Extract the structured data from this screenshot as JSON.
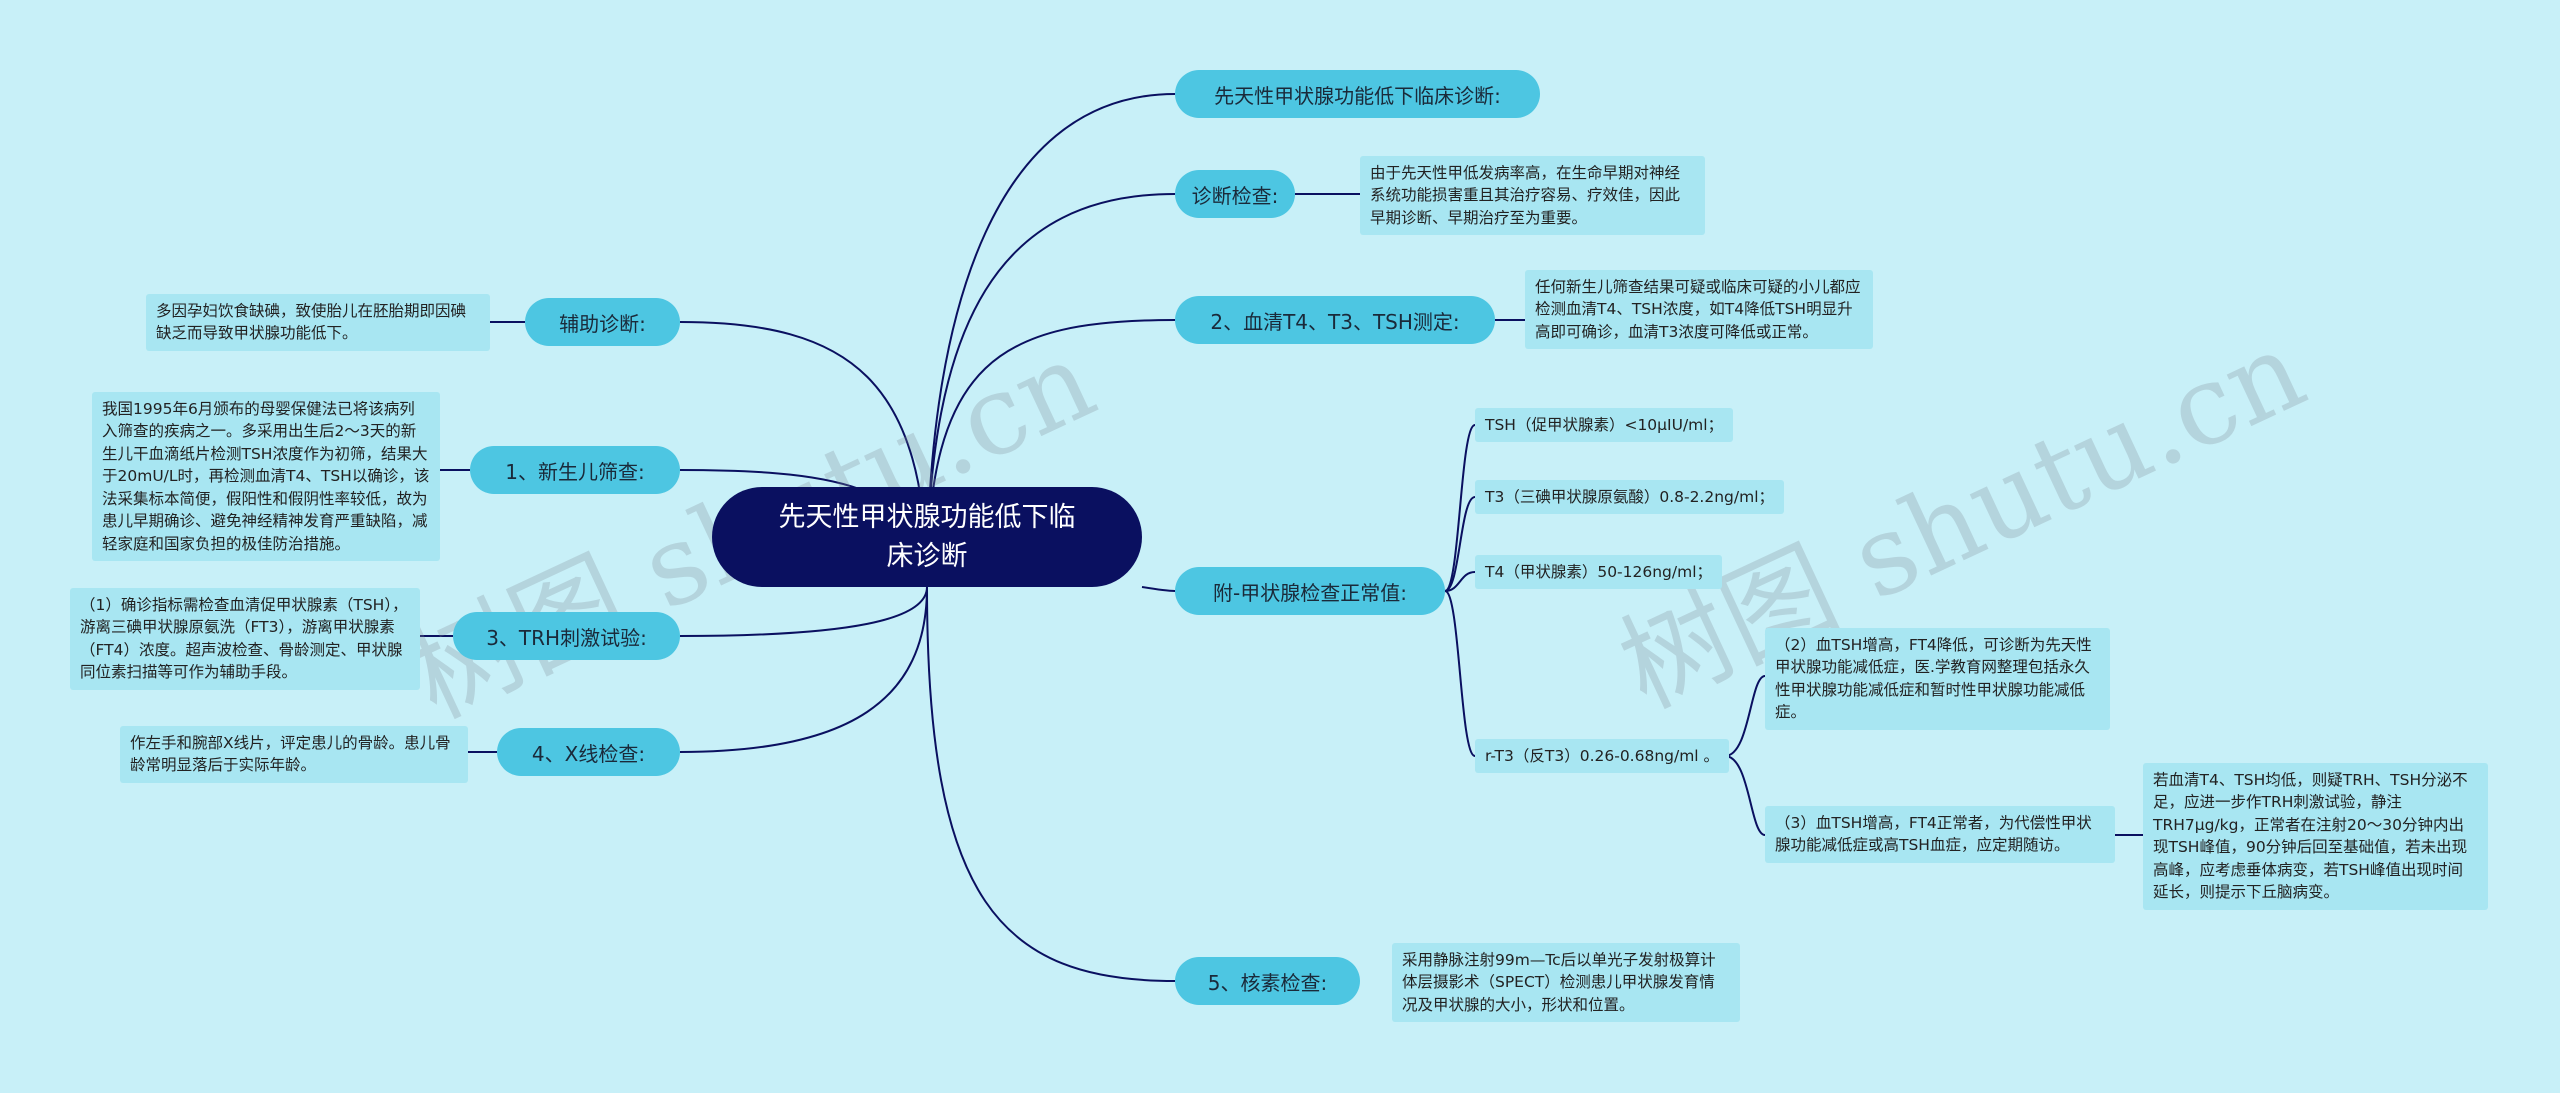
{
  "root": {
    "title": "先天性甲状腺功能低下临床诊断"
  },
  "right_branches": {
    "b1": {
      "label": "先天性甲状腺功能低下临床诊断:"
    },
    "b2": {
      "label": "诊断检查:",
      "note": "由于先天性甲低发病率高，在生命早期对神经系统功能损害重且其治疗容易、疗效佳，因此早期诊断、早期治疗至为重要。"
    },
    "b3": {
      "label": "2、血清T4、T3、TSH测定:",
      "note": "任何新生儿筛查结果可疑或临床可疑的小儿都应检测血清T4、TSH浓度，如T4降低TSH明显升高即可确诊，血清T3浓度可降低或正常。"
    },
    "b4": {
      "label": "附-甲状腺检查正常值:",
      "items": [
        "TSH（促甲状腺素）<10μIU/ml；",
        "T3（三碘甲状腺原氨酸）0.8-2.2ng/ml；",
        "T4（甲状腺素）50-126ng/ml；",
        "r-T3（反T3）0.26-0.68ng/ml 。"
      ],
      "sub_notes": [
        "（2）血TSH增高，FT4降低，可诊断为先天性甲状腺功能减低症，医.学教育网整理包括永久性甲状腺功能减低症和暂时性甲状腺功能减低症。",
        "（3）血TSH增高，FT4正常者，为代偿性甲状腺功能减低症或高TSH血症，应定期随访。"
      ],
      "deep_note": "若血清T4、TSH均低，则疑TRH、TSH分泌不足，应进一步作TRH刺激试验，静注TRH7μg/kg，正常者在注射20～30分钟内出现TSH峰值，90分钟后回至基础值，若未出现高峰，应考虑垂体病变，若TSH峰值出现时间延长，则提示下丘脑病变。"
    },
    "b5": {
      "label": "5、核素检查:",
      "note": "采用静脉注射99m—Tc后以单光子发射极算计体层摄影术（SPECT）检测患儿甲状腺发育情况及甲状腺的大小，形状和位置。"
    }
  },
  "left_branches": {
    "l1": {
      "label": "辅助诊断:",
      "note": "多因孕妇饮食缺碘，致使胎儿在胚胎期即因碘缺乏而导致甲状腺功能低下。"
    },
    "l2": {
      "label": "1、新生儿筛查:",
      "note": "我国1995年6月颁布的母婴保健法已将该病列入筛查的疾病之一。多采用出生后2～3天的新生儿干血滴纸片检测TSH浓度作为初筛，结果大于20mU/L时，再检测血清T4、TSH以确诊，该法采集标本简便，假阳性和假阴性率较低，故为患儿早期确诊、避免神经精神发育严重缺陷，减轻家庭和国家负担的极佳防治措施。"
    },
    "l3": {
      "label": "3、TRH刺激试验:",
      "note": "（1）确诊指标需检查血清促甲状腺素（TSH），游离三碘甲状腺原氨洗（FT3），游离甲状腺素（FT4）浓度。超声波检查、骨龄测定、甲状腺同位素扫描等可作为辅助手段。"
    },
    "l4": {
      "label": "4、X线检查:",
      "note": "作左手和腕部X线片，评定患儿的骨龄。患儿骨龄常明显落后于实际年龄。"
    }
  },
  "watermarks": [
    "树图 shutu.cn",
    "树图 shutu.cn"
  ],
  "colors": {
    "background": "#c8f0f8",
    "root": "#0a1060",
    "branch": "#4dc6e2",
    "note": "#a8e6f2",
    "line": "#0a1060"
  }
}
